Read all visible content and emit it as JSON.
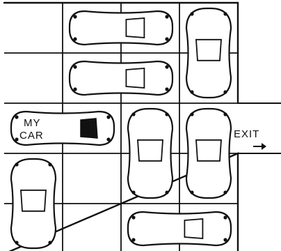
{
  "board": {
    "rows": 5,
    "cols": 4,
    "exit_row": 3,
    "my_car_label_line1": "MY",
    "my_car_label_line2": "CAR",
    "exit_label": "EXIT",
    "line_color": "#111111",
    "paper_color": "#ffffff",
    "my_car_window_color": "#111111"
  },
  "vehicles": [
    {
      "id": "my-car",
      "orientation": "horizontal",
      "row": 3,
      "col": 1,
      "length": 2,
      "is_player": true
    },
    {
      "id": "car-top-middle",
      "orientation": "horizontal",
      "row": 1,
      "col": 2,
      "length": 2
    },
    {
      "id": "car-top-right",
      "orientation": "vertical",
      "row": 1,
      "col": 4,
      "length": 2
    },
    {
      "id": "car-row2-middle",
      "orientation": "horizontal",
      "row": 2,
      "col": 2,
      "length": 2
    },
    {
      "id": "car-center-vertical",
      "orientation": "vertical",
      "row": 3,
      "col": 3,
      "length": 2
    },
    {
      "id": "car-exit-vertical",
      "orientation": "vertical",
      "row": 3,
      "col": 4,
      "length": 2
    },
    {
      "id": "car-bottom-left",
      "orientation": "vertical",
      "row": 4,
      "col": 1,
      "length": 2
    },
    {
      "id": "car-bottom-right",
      "orientation": "horizontal",
      "row": 5,
      "col": 3,
      "length": 2
    }
  ]
}
